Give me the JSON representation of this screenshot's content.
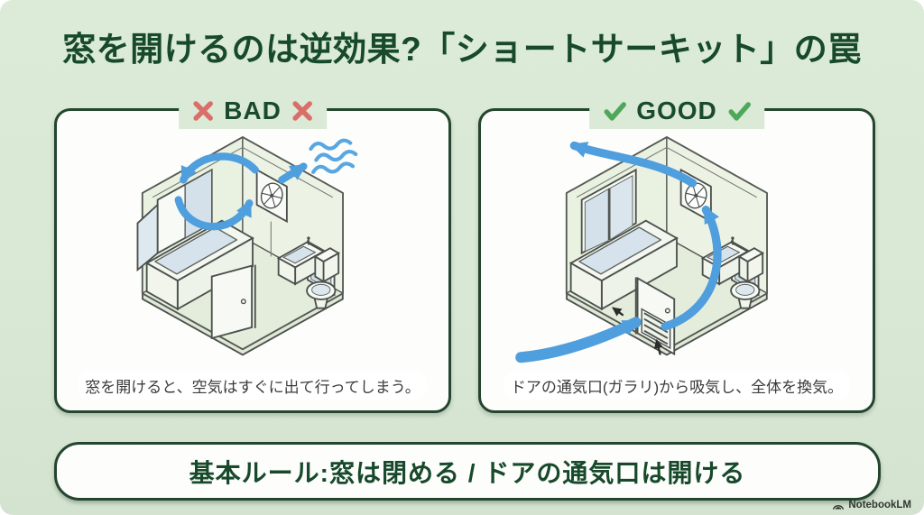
{
  "title": "窓を開けるのは逆効果?「ショートサーキット」の罠",
  "panels": {
    "bad": {
      "label": "BAD",
      "marker_icon": "cross-icon",
      "caption": "窓を開けると、空気はすぐに出て行ってしまう。"
    },
    "good": {
      "label": "GOOD",
      "marker_icon": "check-icon",
      "caption": "ドアの通気口(ガラリ)から吸気し、全体を換気。"
    }
  },
  "rule_banner": "基本ルール:窓は閉める / ドアの通気口は開ける",
  "credit": "NotebookLM",
  "colors": {
    "background": "#dbe9d7",
    "title_green": "#17492b",
    "panel_border": "#24452e",
    "bad_red": "#d96f68",
    "good_green": "#4da85a",
    "arrow_blue": "#4f9edd"
  }
}
